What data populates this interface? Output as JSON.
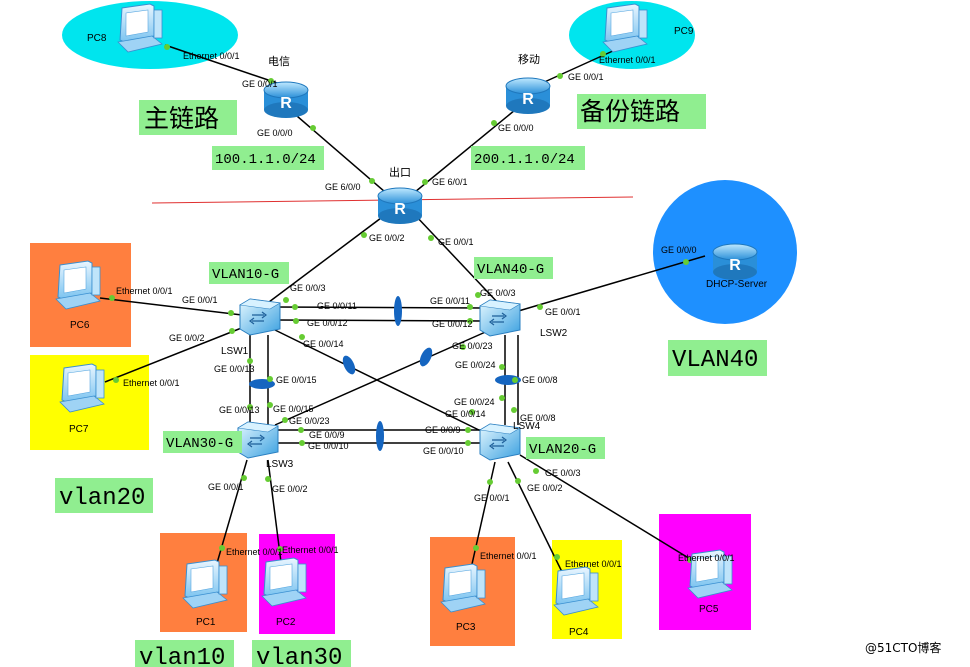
{
  "colors": {
    "cyan": "#00e5ee",
    "blue": "#1e90ff",
    "orange": "#ff7f3f",
    "yellow": "#ffff00",
    "magenta": "#ff00ff",
    "label_green": "#90ee90",
    "link": "#000000",
    "port_dot": "#66cc33",
    "lag": "#1565c0",
    "border_line": "#e03030"
  },
  "labels": {
    "main_link": "主链路",
    "backup_link": "备份链路",
    "net_telecom": "100.1.1.0/24",
    "net_mobile": "200.1.1.0/24",
    "vlan10_g": "VLAN10-G",
    "vlan40_g": "VLAN40-G",
    "vlan30_g": "VLAN30-G",
    "vlan20_g": "VLAN20-G",
    "vlan40": "VLAN40",
    "vlan20": "vlan20",
    "vlan10": "vlan10",
    "vlan30": "vlan30"
  },
  "devices": {
    "pc8": "PC8",
    "pc9": "PC9",
    "telecom": "电信",
    "mobile": "移动",
    "exit": "出口",
    "dhcp": "DHCP-Server",
    "lsw1": "LSW1",
    "lsw2": "LSW2",
    "lsw3": "LSW3",
    "lsw4": "LSW4",
    "pc1": "PC1",
    "pc2": "PC2",
    "pc3": "PC3",
    "pc4": "PC4",
    "pc5": "PC5",
    "pc6": "PC6",
    "pc7": "PC7"
  },
  "ports": {
    "pc8_eth": "Ethernet 0/0/1",
    "pc9_eth": "Ethernet 0/0/1",
    "tel_ge001": "GE 0/0/1",
    "tel_ge000": "GE 0/0/0",
    "mob_ge001": "GE 0/0/1",
    "mob_ge000": "GE 0/0/0",
    "exit_ge600": "GE 6/0/0",
    "exit_ge601": "GE 6/0/1",
    "exit_ge002": "GE 0/0/2",
    "exit_ge001": "GE 0/0/1",
    "dhcp_ge000": "GE 0/0/0",
    "pc6_eth": "Ethernet 0/0/1",
    "lsw1_ge001": "GE 0/0/1",
    "lsw1_ge003": "GE 0/0/3",
    "lsw1_ge0011": "GE 0/0/11",
    "lsw1_ge0012": "GE 0/0/12",
    "lsw1_ge002": "GE 0/0/2",
    "lsw1_ge0014": "GE 0/0/14",
    "lsw1_ge0013": "GE 0/0/13",
    "lsw1_ge0015": "GE 0/0/15",
    "pc7_eth": "Ethernet 0/0/1",
    "lsw2_ge003": "GE 0/0/3",
    "lsw2_ge001": "GE 0/0/1",
    "lsw2_ge0011": "GE 0/0/11",
    "lsw2_ge0012": "GE 0/0/12",
    "lsw2_ge0023": "GE 0/0/23",
    "lsw2_ge0024": "GE 0/0/24",
    "lsw2_ge008": "GE 0/0/8",
    "lsw3_ge0013": "GE 0/0/13",
    "lsw3_ge0015": "GE 0/0/15",
    "lsw3_ge0023": "GE 0/0/23",
    "lsw3_ge009": "GE 0/0/9",
    "lsw3_ge0010": "GE 0/0/10",
    "lsw3_ge001": "GE 0/0/1",
    "lsw3_ge002": "GE 0/0/2",
    "lsw4_ge0024": "GE 0/0/24",
    "lsw4_ge0014": "GE 0/0/14",
    "lsw4_ge008": "GE 0/0/8",
    "lsw4_ge009": "GE 0/0/9",
    "lsw4_ge0010": "GE 0/0/10",
    "lsw4_ge003": "GE 0/0/3",
    "lsw4_ge001": "GE 0/0/1",
    "lsw4_ge002": "GE 0/0/2",
    "pc1_eth": "Ethernet 0/0/1",
    "pc2_eth": "Ethernet 0/0/1",
    "pc3_eth": "Ethernet 0/0/1",
    "pc4_eth": "Ethernet 0/0/1",
    "pc5_eth": "Ethernet 0/0/1"
  },
  "watermark": "@51CTO博客"
}
